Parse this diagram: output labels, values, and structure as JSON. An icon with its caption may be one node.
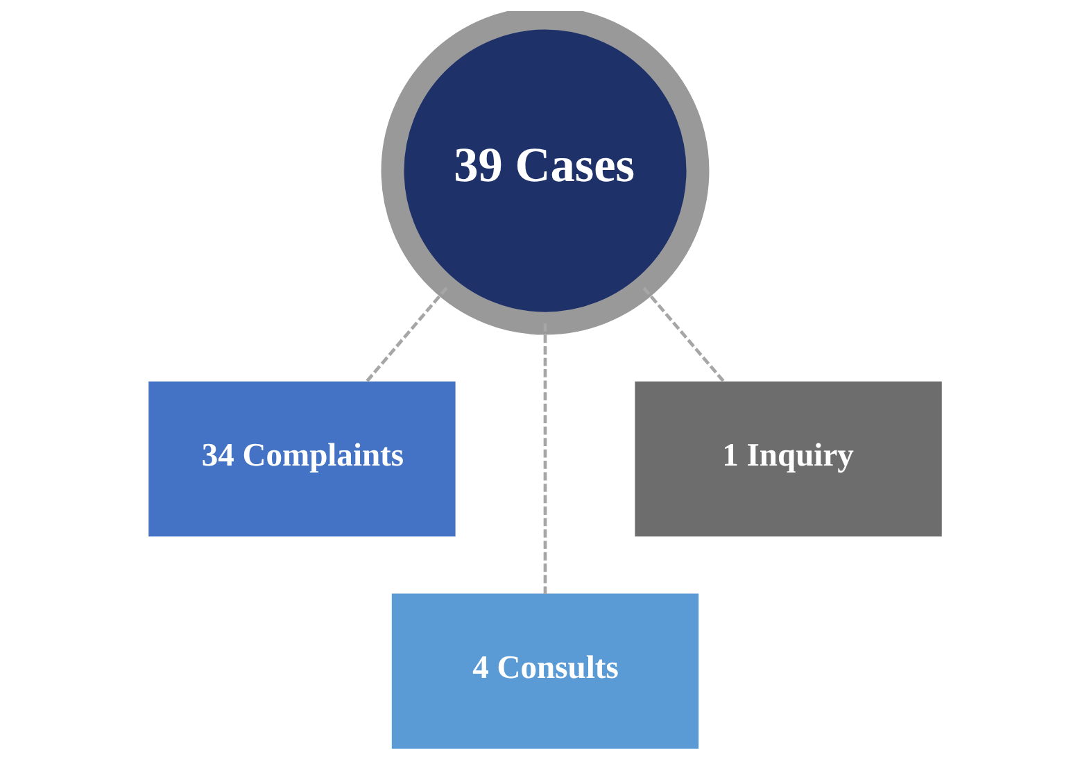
{
  "diagram": {
    "nodes": [
      {
        "text": [
          "39 Cases"
        ]
      },
      {
        "text": [
          "34 Complaints"
        ]
      },
      {
        "text": [
          "1 Inquiry"
        ]
      },
      {
        "text": [
          "4 Consults"
        ]
      }
    ],
    "edges": [
      {
        "from": 0,
        "to": 1,
        "arrow": "none",
        "style": "dashed"
      },
      {
        "from": 0,
        "to": 3,
        "arrow": "none",
        "style": "dashed"
      },
      {
        "from": 0,
        "to": 2,
        "arrow": "none",
        "style": "dashed"
      }
    ]
  }
}
